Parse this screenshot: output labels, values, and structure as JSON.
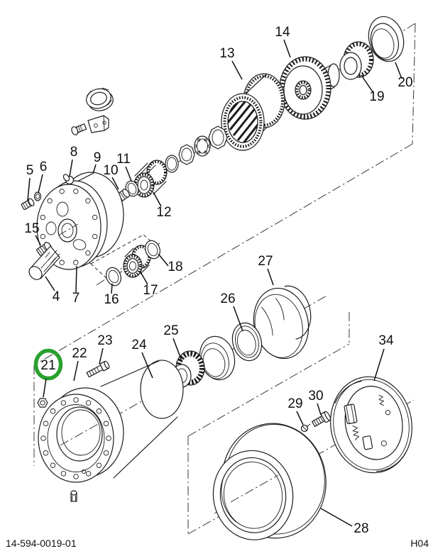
{
  "footer": {
    "document_number": "14-594-0019-01",
    "page_code": "H04"
  },
  "highlight": {
    "callout": "21",
    "color": "#2aa12e"
  },
  "callouts": [
    {
      "number": "4"
    },
    {
      "number": "5"
    },
    {
      "number": "6"
    },
    {
      "number": "7"
    },
    {
      "number": "8"
    },
    {
      "number": "9"
    },
    {
      "number": "10"
    },
    {
      "number": "11"
    },
    {
      "number": "12"
    },
    {
      "number": "13"
    },
    {
      "number": "14"
    },
    {
      "number": "15"
    },
    {
      "number": "16"
    },
    {
      "number": "17"
    },
    {
      "number": "18"
    },
    {
      "number": "19"
    },
    {
      "number": "20"
    },
    {
      "number": "21"
    },
    {
      "number": "22"
    },
    {
      "number": "23"
    },
    {
      "number": "24"
    },
    {
      "number": "25"
    },
    {
      "number": "26"
    },
    {
      "number": "27"
    },
    {
      "number": "28"
    },
    {
      "number": "29"
    },
    {
      "number": "30"
    },
    {
      "number": "34"
    }
  ]
}
